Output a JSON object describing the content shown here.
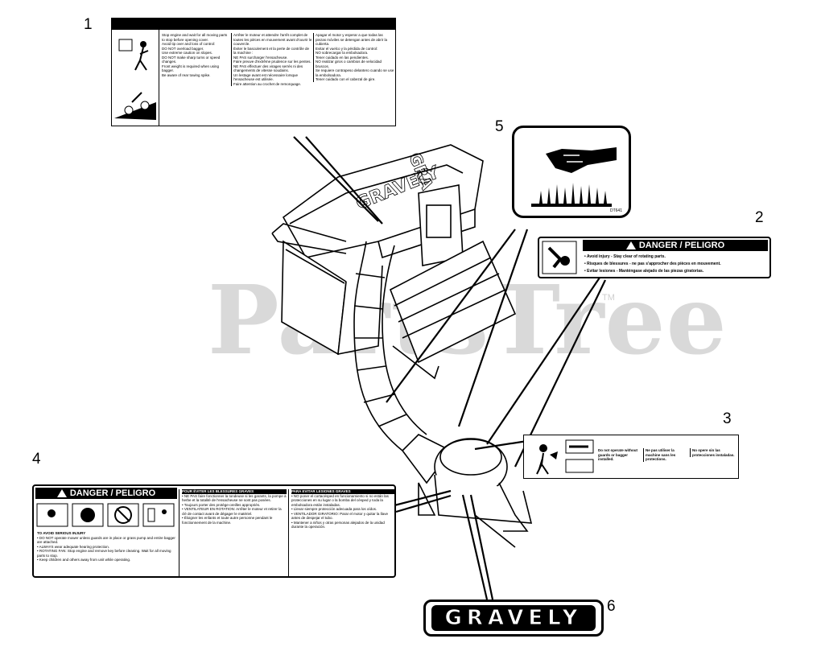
{
  "watermark": "PartsTree",
  "watermark_tm": "TM",
  "callouts": [
    "1",
    "2",
    "3",
    "4",
    "5",
    "6"
  ],
  "decal1": {
    "col1": [
      "Stop engine and wait for all moving parts to stop before opening cover.",
      "Avoid tip over and loss of control:",
      "DO NOT overload bagger.",
      "Use extreme caution on slopes.",
      "DO NOT make sharp turns or speed changes.",
      "Front weight is required when using bagger.",
      "Be aware of rear towing spike."
    ],
    "col2": [
      "Arrêter le moteur et attendre l'arrêt complet de toutes les pièces en mouvement avant d'ouvrir le couvercle.",
      "Éviter le basculement et la perte de contrôle de la machine :",
      "NE PAS surcharger l'ensacheuse.",
      "Faire preuve d'extrême prudence sur les pentes.",
      "NE PAS effectuer des virages serrés ni des changements de vitesse soudains.",
      "Un lestage avant est nécessaire lorsque l'ensacheuse est utilisée.",
      "Faire attention au crochet de remorquage."
    ],
    "col3": [
      "Apagar el motor y esperar a que todas las piezas móviles se detengan antes de abrir la cubierta.",
      "Evitar el vuelco y la pérdida de control:",
      "NO sobrecargar la embolsadora.",
      "Tener cuidado en las pendientes.",
      "NO realizar giros o cambios de velocidad bruscos.",
      "Se requiere contrapeso delantero cuando se use la embolsadora.",
      "Tener cuidado con el cabezal de gire."
    ]
  },
  "decal2": {
    "title": "DANGER / PELIGRO",
    "lines": [
      "• Avoid injury - Stay clear of rotating parts.",
      "• Risques de blessures - ne pas s'approcher des pièces en mouvement.",
      "• Evitar lesiones - Manténgase alejado de las piezas giratorias."
    ]
  },
  "decal3": {
    "cols": [
      "Do not operate without guards or bagger installed.",
      "Ne pas utiliser la machine sans les protections.",
      "No opere sin las protecciones instaladas."
    ]
  },
  "decal4": {
    "title": "DANGER / PELIGRO",
    "heading_en": "TO AVOID SERIOUS INJURY",
    "heading_fr": "POUR ÉVITER LES BLESSURES GRAVES",
    "heading_es": "PARA EVITAR LESIONES GRAVES",
    "en": [
      "• DO NOT operate mower unless guards are in place or grass pump and entire bagger are attached.",
      "• ALWAYS wear adequate hearing protection.",
      "• ROTATING FAN: Stop engine and remove key before cleaning. Wait for all moving parts to stop.",
      "• Keep children and others away from unit while operating."
    ],
    "fr": [
      "• NE PAS faire fonctionner la tondeuse si les garants, la pompe à herbe et la totalité de l'ensacheuse ne sont pas posées.",
      "• Toujours porter des protège-oreilles appropriés.",
      "• VENTILATEUR EN ROTATION: Arrêter le moteur et retirer la clé de contact avant de dégager le matériel.",
      "• Éloigner les enfants et toute autre personne pendant le fonctionnement de la machine."
    ],
    "es": [
      "• NO poner el cortacésped en funcionamiento si no están las protecciones en su lugar o la bomba del césped y toda la embolsadora están instaladas.",
      "• Llevar siempre protección adecuada para los oídos.",
      "• VENTILADOR GIRATORIO: Parar el motor y quitar la llave antes de despejar el tubo.",
      "• Mantener a niños y otras personas alejados de la unidad durante la operación."
    ]
  },
  "decal5": {
    "code": "DT641"
  },
  "decal6": {
    "brand": "GRAVELY"
  }
}
